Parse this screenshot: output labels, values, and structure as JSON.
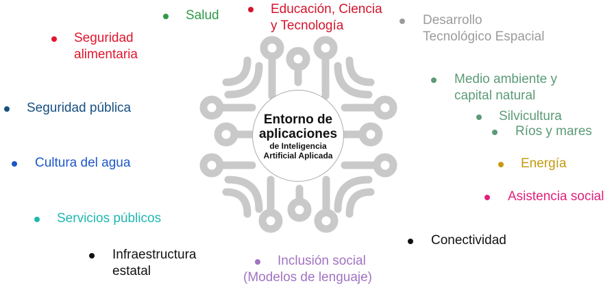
{
  "center": {
    "title_line1": "Entorno de",
    "title_line2": "aplicaciones",
    "subtitle_line1": "de Inteligencia",
    "subtitle_line2": "Artificial Aplicada"
  },
  "items": [
    {
      "id": "salud",
      "lines": [
        "Salud"
      ],
      "color": "#2e9a48"
    },
    {
      "id": "educacion",
      "lines": [
        "Educación, Ciencia",
        "y Tecnología"
      ],
      "color": "#d3142c"
    },
    {
      "id": "desarrollo",
      "lines": [
        "Desarrollo",
        "Tecnológico Espacial"
      ],
      "color": "#9b9b9b"
    },
    {
      "id": "seguridad-alimentaria",
      "lines": [
        "Seguridad",
        "alimentaria"
      ],
      "color": "#e0162c"
    },
    {
      "id": "medio-ambiente",
      "lines": [
        "Medio ambiente y",
        "capital natural"
      ],
      "color": "#5b9a76"
    },
    {
      "id": "silvicultura",
      "lines": [
        "Silvicultura"
      ],
      "color": "#5b9a76"
    },
    {
      "id": "rios",
      "lines": [
        "Ríos y mares"
      ],
      "color": "#5b9a76"
    },
    {
      "id": "seguridad-publica",
      "lines": [
        "Seguridad pública"
      ],
      "color": "#164f82"
    },
    {
      "id": "cultura-agua",
      "lines": [
        "Cultura del agua"
      ],
      "color": "#1c57c8"
    },
    {
      "id": "energia",
      "lines": [
        "Energía"
      ],
      "color": "#c49a10"
    },
    {
      "id": "asistencia",
      "lines": [
        "Asistencia social"
      ],
      "color": "#e0207a"
    },
    {
      "id": "servicios",
      "lines": [
        "Servicios públicos"
      ],
      "color": "#1fb8b0"
    },
    {
      "id": "conectividad",
      "lines": [
        "Conectividad"
      ],
      "color": "#111111"
    },
    {
      "id": "infraestructura",
      "lines": [
        "Infraestructura",
        "estatal"
      ],
      "color": "#111111"
    },
    {
      "id": "inclusion",
      "lines": [
        "Inclusión social",
        "(Modelos de lenguaje)"
      ],
      "color": "#a173c2"
    }
  ]
}
